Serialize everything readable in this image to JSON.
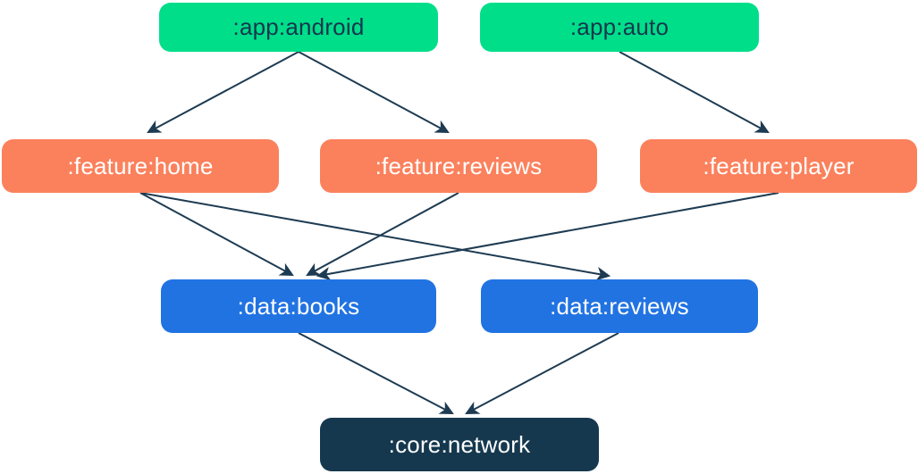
{
  "diagram": {
    "type": "module-dependency-graph",
    "background_color": "#FFFFFF",
    "edge_color": "#1D3B52",
    "node_colors": {
      "app": "#00DE8A",
      "feature": "#FB815C",
      "data": "#2173E2",
      "core": "#15384E"
    },
    "text_colors": {
      "app": "#14374D",
      "feature": "#FFFFFF",
      "data": "#FFFFFF",
      "core": "#FFFFFF"
    },
    "nodes": [
      {
        "id": "app-android",
        "label": ":app:android",
        "type": "app",
        "row": 1
      },
      {
        "id": "app-auto",
        "label": ":app:auto",
        "type": "app",
        "row": 1
      },
      {
        "id": "feature-home",
        "label": ":feature:home",
        "type": "feature",
        "row": 2
      },
      {
        "id": "feature-reviews",
        "label": ":feature:reviews",
        "type": "feature",
        "row": 2
      },
      {
        "id": "feature-player",
        "label": ":feature:player",
        "type": "feature",
        "row": 2
      },
      {
        "id": "data-books",
        "label": ":data:books",
        "type": "data",
        "row": 3
      },
      {
        "id": "data-reviews",
        "label": ":data:reviews",
        "type": "data",
        "row": 3
      },
      {
        "id": "core-network",
        "label": ":core:network",
        "type": "core",
        "row": 4
      }
    ],
    "edges": [
      {
        "from": ":app:android",
        "to": ":feature:home"
      },
      {
        "from": ":app:android",
        "to": ":feature:reviews"
      },
      {
        "from": ":app:auto",
        "to": ":feature:player"
      },
      {
        "from": ":feature:home",
        "to": ":data:books"
      },
      {
        "from": ":feature:home",
        "to": ":data:reviews"
      },
      {
        "from": ":feature:reviews",
        "to": ":data:books"
      },
      {
        "from": ":feature:player",
        "to": ":data:books"
      },
      {
        "from": ":data:books",
        "to": ":core:network"
      },
      {
        "from": ":data:reviews",
        "to": ":core:network"
      }
    ]
  }
}
